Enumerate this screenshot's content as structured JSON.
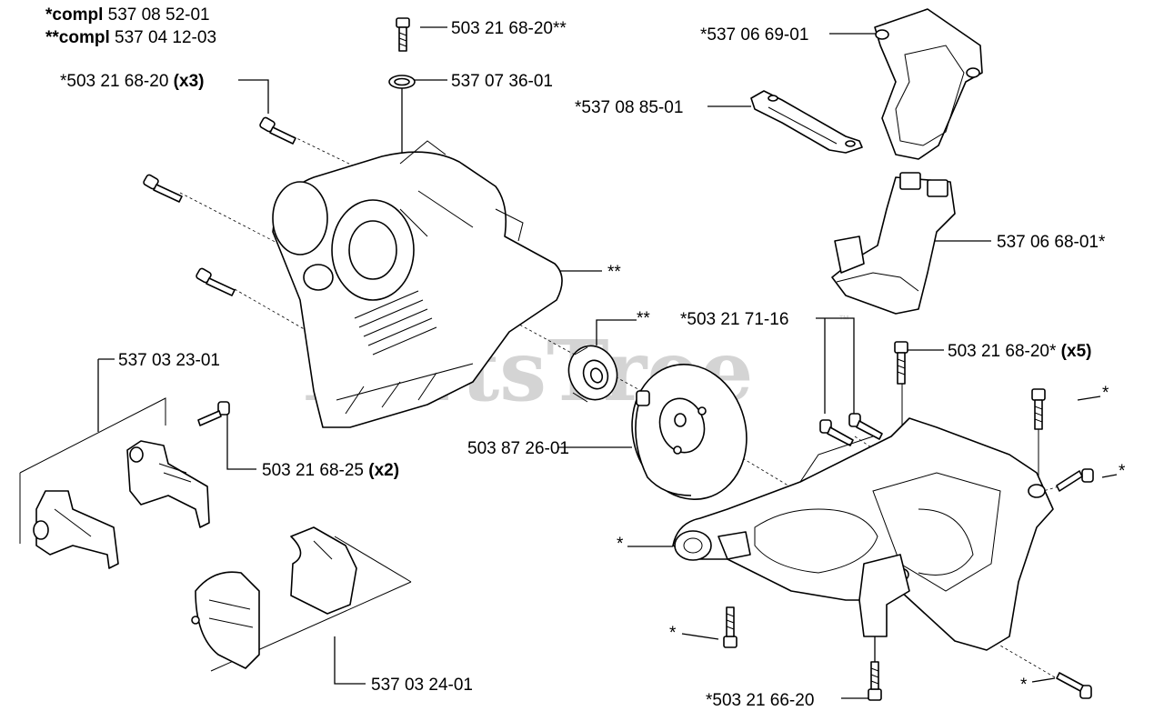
{
  "header": {
    "compl1_prefix": "*compl",
    "compl1_num": " 537 08 52-01",
    "compl2_prefix": "**compl",
    "compl2_num": " 537 04 12-03"
  },
  "watermark": "PartsTree",
  "watermark_tm": "™",
  "labels": {
    "l_503216820ss": "503 21 68-20**",
    "l_537073601": "537 07 36-01",
    "l_503216820x3_num": "*503 21 68-20 ",
    "l_503216820x3_q": "(x3)",
    "l_537066901": "*537 06 69-01",
    "l_537088501": "*537 08 85-01",
    "l_537066801": "537 06 68-01*",
    "l_ss_housing": "**",
    "l_ss_bearing": "**",
    "l_503217116": "*503 21 71-16",
    "l_503216820x5_num": "503 21 68-20* ",
    "l_503216820x5_q": "(x5)",
    "l_537032301": "537 03 23-01",
    "l_503216825_num": "503 21 68-25 ",
    "l_503216825_q": "(x2)",
    "l_503872601": "503 87 26-01",
    "l_star_a": "*",
    "l_star_b": "*",
    "l_star_c": "*",
    "l_star_d": "*",
    "l_star_e": "*",
    "l_537032401": "537 03 24-01",
    "l_503216620": "*503 21 66-20"
  }
}
